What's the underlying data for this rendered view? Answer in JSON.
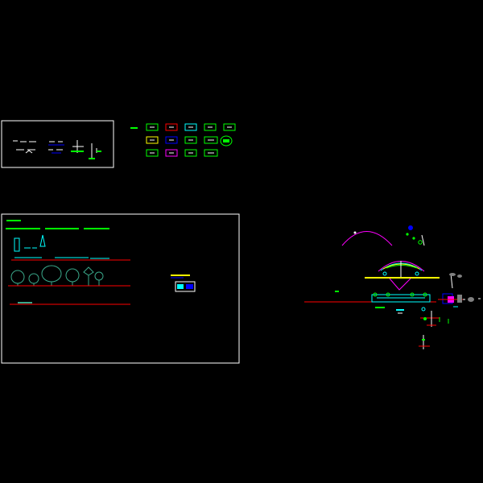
{
  "viewport": {
    "background": "#000000",
    "colors": {
      "white": "#ffffff",
      "green": "#00ff00",
      "cyan": "#00ffff",
      "red": "#ff0000",
      "magenta": "#ff00ff",
      "yellow": "#ffff00",
      "blue": "#0000ff",
      "grey": "#808080",
      "tree": "#3aa88a"
    }
  },
  "legend": {
    "rows": [
      [
        "green",
        "red",
        "cyan",
        "green",
        "green"
      ],
      [
        "yellow",
        "blue",
        "green",
        "green"
      ],
      [
        "green",
        "magenta",
        "green",
        "green"
      ]
    ]
  }
}
